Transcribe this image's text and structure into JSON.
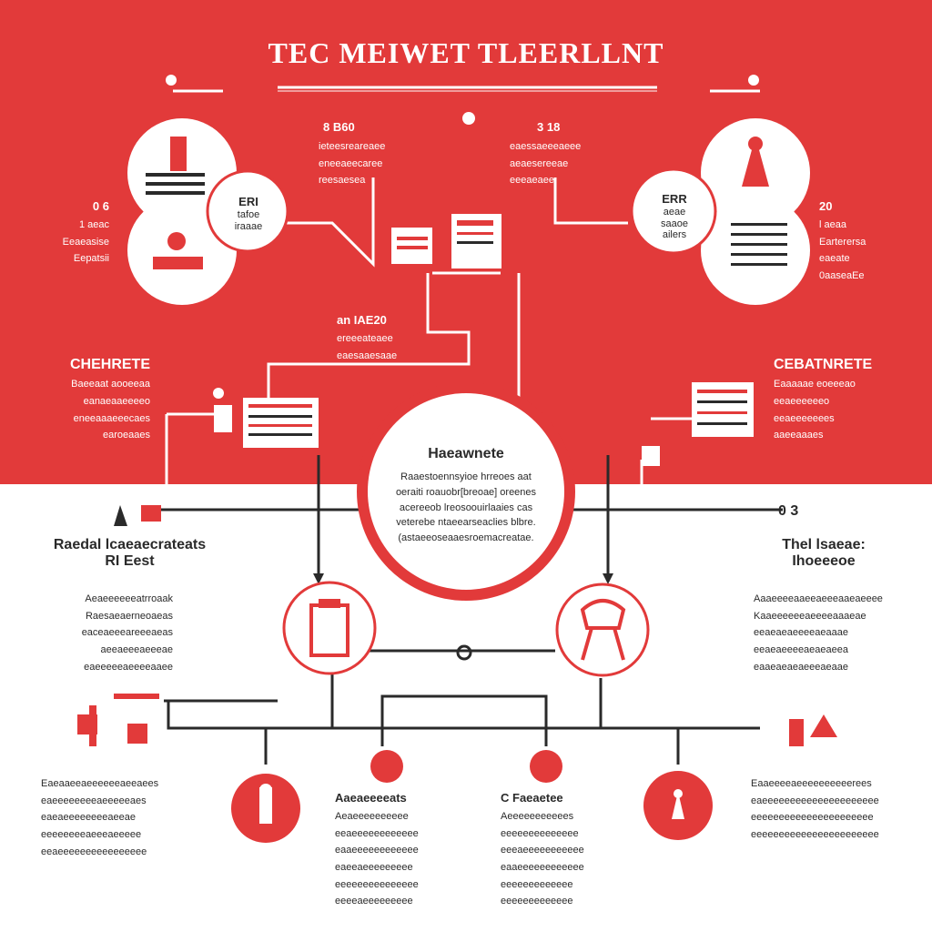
{
  "title": "TEC MEIWET TLEERLLNT",
  "center_node": {
    "heading": "Haeawnete",
    "lines": [
      "Raaestoennsyioe hrreoes aat",
      "oeraiti roauobr[breoae] oreenes",
      "acereeob lreosoouirlaaies cas",
      "veterebe ntaeearseaclies blbre.",
      "(astaeeoseaaesroemacreatae."
    ]
  },
  "left_top_circle": {
    "label": "ERI",
    "sub": [
      "tafoe",
      "iraaae"
    ]
  },
  "right_top_circle": {
    "label": "ERR",
    "sub": [
      "aeae",
      "saaoe",
      "ailers"
    ]
  },
  "left_top_side": {
    "heading": "0 6",
    "lines": [
      "1 aeac",
      "Eeaeasise",
      "Eepatsii"
    ]
  },
  "right_top_side": {
    "heading": "20",
    "lines": [
      "l aeaa",
      "Earterersa",
      "eaeate",
      "0aaseaEe"
    ]
  },
  "top_left_caption": {
    "heading": "8  B60",
    "lines": [
      "ieteesreareaee",
      "eneeaeecaree",
      "reesaesea"
    ]
  },
  "top_right_caption": {
    "heading": "3  18",
    "lines": [
      "eaessaeeeaeee",
      "aeaesereeae",
      "eeeaeaee"
    ]
  },
  "middle_caption": {
    "heading": "an IAE20",
    "lines": [
      "ereeeateaee",
      "eaesaaesaae"
    ]
  },
  "left_mid_block": {
    "heading": "CHEHRETE",
    "lines": [
      "Baeeaat aooeeaa",
      "eanaeaaeeeeo",
      "eneeaaaeeecaes",
      "earoeaaes"
    ]
  },
  "right_mid_block": {
    "heading": "CEBATNRETE",
    "lines": [
      "Eaaaaae eoeeeao",
      "eeaeeeeeeo",
      "eeaeeeeeees",
      "aaeeaaaes"
    ]
  },
  "left_low_block": {
    "heading": "Raedal lcaeaecrateats",
    "sub": "RI Eest",
    "lines": [
      "Aeaeeeeeeatrroaak",
      "Raesaeaerneoaeas",
      "eaceaeeeareeeaeas",
      "aeeaeeeaeeeae",
      "eaeeeeeaeeeeaaee"
    ]
  },
  "right_low_block": {
    "heading": "Thel lsaeae:",
    "sub": "Ihoeeeoe",
    "lines": [
      "Aaaeeeeaaeeaeeeaaeaeeee",
      "Kaaeeeeeeaeeeeaaaeae",
      "eeaeaeaeeeeaeaaae",
      "eeaeaeeeeaeaeaeea",
      "eaaeaeaeaeeeaeaae"
    ]
  },
  "right_mid_number": "0 3",
  "bottom_left_text": {
    "lines": [
      "Eaeaaeeaeeeeeeaeeaees",
      "eaeeeeeeeeaeeeeeaes",
      "eaeaeeeeeeeeaeeae",
      "eeeeeeeeaeeeaeeeee",
      "eeaeeeeeeeeeeeeeeee"
    ]
  },
  "bottom_center_left": {
    "heading": "Aaeaeeeeats",
    "lines": [
      "Aeaeeeeeeeeee",
      "eeaeeeeeeeeeeee",
      "eaaeeeeeeeeeeee",
      "eaeeaeeeeeeeee",
      "eeeeeeeeeeeeeee",
      "eeeeaeeeeeeeee"
    ]
  },
  "bottom_center_right": {
    "heading": "C  Faeaetee",
    "lines": [
      "Aeeeeeeeeeees",
      "eeeeeeeeeeeeee",
      "eeeaeeeeeeeeeee",
      "eaaeeeeeeeeeeee",
      "eeeeeeeeeeeee",
      "eeeeeeeeeeeee"
    ]
  },
  "bottom_right_text": {
    "lines": [
      "Eaaeeeeaeeeeeeeeeerees",
      "eaeeeeeeeeeeeeeeeeeeeee",
      "eeeeeeeeeeeeeeeeeeeeee",
      "eeeeeeeeeeeeeeeeeeeeeee"
    ]
  },
  "colors": {
    "accent": "#e23a3a",
    "dark": "#2a2a2a",
    "light": "#ffffff"
  }
}
